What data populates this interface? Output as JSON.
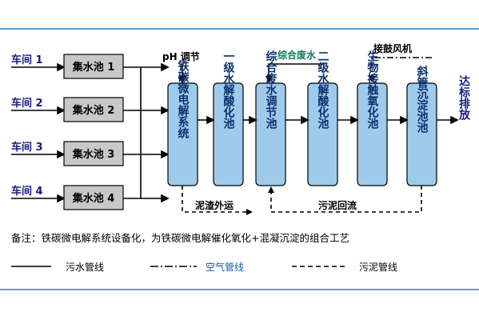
{
  "workshops": [
    "车间 1",
    "车间 2",
    "车间 3",
    "车间 4"
  ],
  "collection_tanks": [
    "集水池 1",
    "集水池 2",
    "集水池 3",
    "集水池 4"
  ],
  "inputs": {
    "ph_adjust": "pH 调节",
    "mixed_wastewater": "综合废水",
    "blower": "接鼓风机"
  },
  "process_units": [
    "铁碳微电解系统",
    "一级水解酸化池",
    "综合废水调节池",
    "二级水解酸化池",
    "生物接触氧化池",
    "斜管沉淀池池"
  ],
  "discharge": "达标排放",
  "sludge_out": "泥渣外运",
  "sludge_return": "污泥回流",
  "note": "备注：铁碳微电解系统设备化，为铁碳微电解催化氧化+混凝沉淀的组合工艺",
  "legend": [
    "污水管线",
    "空气管线",
    "污泥管线"
  ],
  "colors": {
    "frame": "#4ea3d8",
    "tank_fill": "#c8c8c8",
    "unit_fill": "#9ecbeb",
    "unit_text": "#0d2f6e",
    "label_text": "#1a1a80",
    "teal_text": "#0f7a5a",
    "air_text": "#1a5aa0",
    "line": "#000000"
  }
}
